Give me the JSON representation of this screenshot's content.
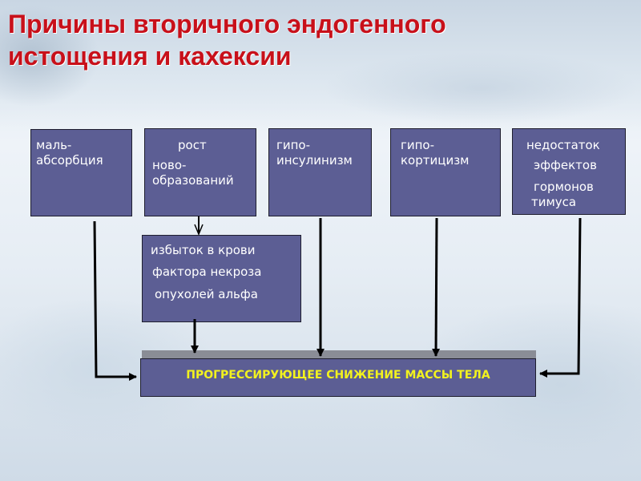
{
  "title": [
    "Причины вторичного эндогенного",
    "истощения и кахексии"
  ],
  "causes": {
    "malabsorption": [
      "маль-",
      "абсорбция"
    ],
    "neoplasm_growth": [
      "рост",
      "ново-",
      "образований"
    ],
    "hypoinsulinism": [
      "гипо-",
      "инсулинизм"
    ],
    "hypocorticism": [
      "гипо-",
      "кортицизм"
    ],
    "thymus_deficiency": [
      "недостаток",
      "эффектов",
      "гормонов",
      "тимуса"
    ]
  },
  "tnf_box": [
    "избыток в крови",
    "фактора некроза",
    "опухолей альфа"
  ],
  "result": "ПРОГРЕССИРУЮЩЕЕ СНИЖЕНИЕ МАССЫ  ТЕЛА",
  "colors": {
    "title": "#c8101a",
    "box_fill": "#5c5e94",
    "result_text": "#f2f21e",
    "arrow": "#000000"
  }
}
